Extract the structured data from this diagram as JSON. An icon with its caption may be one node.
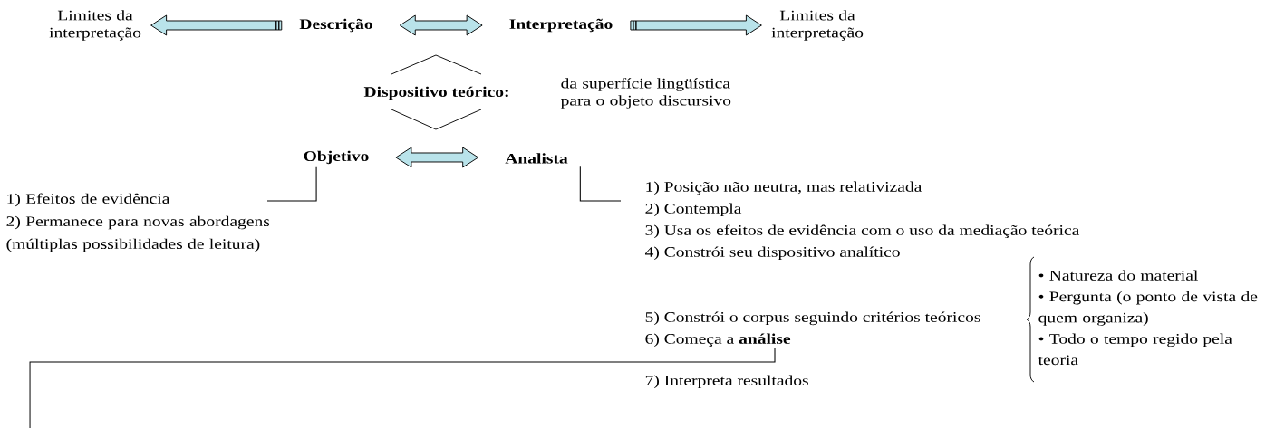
{
  "diagram": {
    "nodes": [
      {
        "text": [
          "Limites da interpretação"
        ]
      },
      {
        "text": [
          "Descrição"
        ]
      },
      {
        "text": [
          "Interpretação"
        ]
      },
      {
        "text": [
          "Limites da interpretação"
        ]
      },
      {
        "text": [
          "Dispositivo teórico:"
        ],
        "beside": [
          "da superfície lingüística para o objeto discursivo"
        ]
      },
      {
        "text": [
          "Objetivo"
        ]
      },
      {
        "text": [
          "Analista"
        ]
      },
      {
        "text": [
          "1) Efeitos de evidência",
          "2) Permanece para novas abordagens (múltiplas possibilidades de leitura)"
        ]
      },
      {
        "text": [
          "1) Posição não neutra, mas relativizada",
          "2) Contempla",
          "3) Usa os efeitos de evidência com o uso da mediação teórica",
          "4) Constrói seu dispositivo analítico",
          "5) Constrói o corpus seguindo critérios teóricos",
          "6) Começa a **análise**",
          "7) Interpreta resultados"
        ]
      },
      {
        "text": [
          "• Natureza do material",
          "• Pergunta (o ponto de vista de quem organiza)",
          "• Todo o tempo regido pela teoria"
        ]
      }
    ],
    "edges": [
      {
        "from": 1,
        "to": 0,
        "arrow": "to"
      },
      {
        "from": 1,
        "to": 2,
        "arrow": "both"
      },
      {
        "from": 2,
        "to": 3,
        "arrow": "to"
      },
      {
        "from": 5,
        "to": 6,
        "arrow": "both"
      },
      {
        "from": 5,
        "to": 7,
        "arrow": "none"
      },
      {
        "from": 6,
        "to": 8,
        "arrow": "none"
      },
      {
        "from": 8,
        "to": null,
        "arrow": "none"
      }
    ]
  }
}
